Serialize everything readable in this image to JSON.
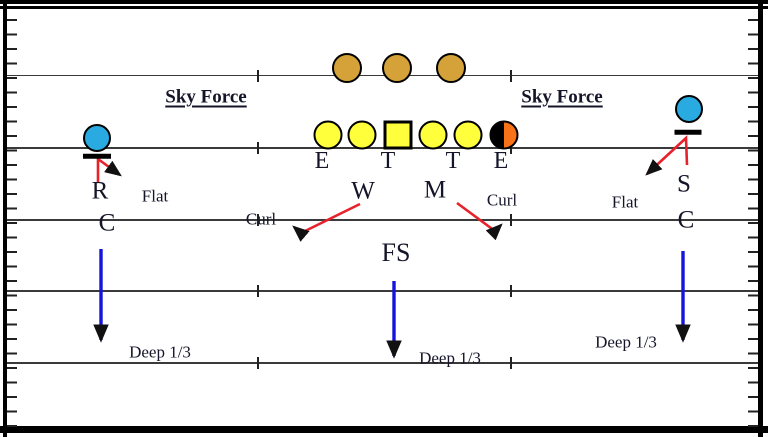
{
  "title": "Sky Force coverage play diagram",
  "labels": {
    "sky_force_left": "Sky Force",
    "sky_force_right": "Sky Force",
    "end_left": "E",
    "tackle_left": "T",
    "tackle_right": "T",
    "end_right": "E",
    "will_backer": "W",
    "mike_backer": "M",
    "rover": "R",
    "corner_left": "C",
    "strong_safety": "S",
    "corner_right": "C",
    "free_safety": "FS",
    "flat_left": "Flat",
    "flat_right": "Flat",
    "curl_left": "Curl",
    "curl_right": "Curl",
    "deep_third_left": "Deep 1/3",
    "deep_third_middle": "Deep 1/3",
    "deep_third_right": "Deep 1/3"
  },
  "colors": {
    "blue_player": "#29abe2",
    "yellow_player": "#ffff3b",
    "brown_player": "#d4a239",
    "orange_half": "#f87217",
    "route_red": "#e8222a",
    "drop_blue": "#1414dd",
    "line": "#3a3a3a",
    "text": "#15152a"
  }
}
